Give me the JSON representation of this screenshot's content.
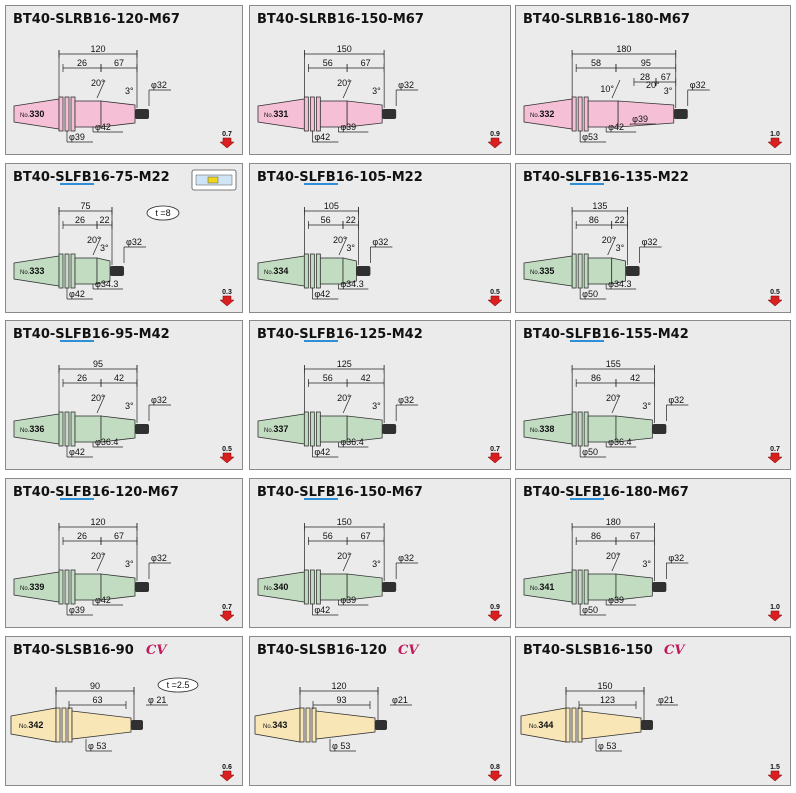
{
  "colors": {
    "pink": "#f5c0d6",
    "green": "#c2dcc2",
    "yellow": "#f8e6b6",
    "shank": "#303030",
    "arrow": "#d92020",
    "highlight": "#2d8fd6",
    "cv": "#c2185b"
  },
  "cells": [
    {
      "title": "BT40-SLRB16-120-M67",
      "hl": "",
      "t1": "",
      "t2": "",
      "model": "Slim",
      "color": "pink",
      "no": "330",
      "L": "120",
      "A": "26",
      "B": "67",
      "C": "",
      "ang": "20°",
      "taper": "3°",
      "d_out": "φ32",
      "d1": "φ39",
      "d2": "φ42",
      "scale": "0.7",
      "t": "",
      "cv": "",
      "icon": false
    },
    {
      "title": "BT40-SLRB16-150-M67",
      "hl": "",
      "t1": "",
      "t2": "",
      "model": "Slim",
      "color": "pink",
      "no": "331",
      "L": "150",
      "A": "56",
      "B": "67",
      "C": "",
      "ang": "20°",
      "taper": "3°",
      "d_out": "φ32",
      "d1": "φ42",
      "d2": "φ39",
      "scale": "0.9",
      "t": "",
      "cv": "",
      "icon": false
    },
    {
      "title": "BT40-SLRB16-180-M67",
      "hl": "",
      "t1": "",
      "t2": "",
      "model": "Long",
      "color": "pink",
      "no": "332",
      "L": "180",
      "A": "58",
      "B": "95",
      "C": "28",
      "D": "67",
      "ang": "10°",
      "ang2": "20°",
      "taper": "3°",
      "d_out": "φ32",
      "d1": "φ53",
      "d2": "φ42",
      "d3": "φ39",
      "scale": "1.0",
      "t": "",
      "cv": "",
      "icon": false
    },
    {
      "title": "BT40-SLFB16-75-M22",
      "hl": "SLFB",
      "t1": "BT40-",
      "t2": "16-75-M22",
      "model": "Short",
      "color": "green",
      "no": "333",
      "L": "75",
      "A": "26",
      "B": "22",
      "ang": "20°",
      "taper": "3°",
      "d_out": "φ32",
      "d1": "φ42",
      "d2": "φ34.3",
      "scale": "0.3",
      "t": "t =8",
      "cv": "",
      "icon": true
    },
    {
      "title": "BT40-SLFB16-105-M22",
      "hl": "SLFB",
      "t1": "BT40-",
      "t2": "16-105-M22",
      "model": "Short",
      "color": "green",
      "no": "334",
      "L": "105",
      "A": "56",
      "B": "22",
      "ang": "20°",
      "taper": "3°",
      "d_out": "φ32",
      "d1": "φ42",
      "d2": "φ34.3",
      "scale": "0.5",
      "t": "",
      "cv": "",
      "icon": false
    },
    {
      "title": "BT40-SLFB16-135-M22",
      "hl": "SLFB",
      "t1": "BT40-",
      "t2": "16-135-M22",
      "model": "Short",
      "color": "green",
      "no": "335",
      "L": "135",
      "A": "86",
      "B": "22",
      "ang": "20°",
      "taper": "3°",
      "d_out": "φ32",
      "d1": "φ50",
      "d2": "φ34.3",
      "scale": "0.5",
      "t": "",
      "cv": "",
      "icon": false
    },
    {
      "title": "BT40-SLFB16-95-M42",
      "hl": "SLFB",
      "t1": "BT40-",
      "t2": "16-95-M42",
      "model": "Slim",
      "color": "green",
      "no": "336",
      "L": "95",
      "A": "26",
      "B": "42",
      "ang": "20°",
      "taper": "3°",
      "d_out": "φ32",
      "d1": "φ42",
      "d2": "φ36.4",
      "scale": "0.5",
      "t": "",
      "cv": "",
      "icon": false
    },
    {
      "title": "BT40-SLFB16-125-M42",
      "hl": "SLFB",
      "t1": "BT40-",
      "t2": "16-125-M42",
      "model": "Slim",
      "color": "green",
      "no": "337",
      "L": "125",
      "A": "56",
      "B": "42",
      "ang": "20°",
      "taper": "3°",
      "d_out": "φ32",
      "d1": "φ42",
      "d2": "φ36.4",
      "scale": "0.7",
      "t": "",
      "cv": "",
      "icon": false
    },
    {
      "title": "BT40-SLFB16-155-M42",
      "hl": "SLFB",
      "t1": "BT40-",
      "t2": "16-155-M42",
      "model": "Slim",
      "color": "green",
      "no": "338",
      "L": "155",
      "A": "86",
      "B": "42",
      "ang": "20°",
      "taper": "3°",
      "d_out": "φ32",
      "d1": "φ50",
      "d2": "φ36.4",
      "scale": "0.7",
      "t": "",
      "cv": "",
      "icon": false
    },
    {
      "title": "BT40-SLFB16-120-M67",
      "hl": "SLFB",
      "t1": "BT40-",
      "t2": "16-120-M67",
      "model": "Slim",
      "color": "green",
      "no": "339",
      "L": "120",
      "A": "26",
      "B": "67",
      "ang": "20°",
      "taper": "3°",
      "d_out": "φ32",
      "d1": "φ39",
      "d2": "φ42",
      "scale": "0.7",
      "t": "",
      "cv": "",
      "icon": false
    },
    {
      "title": "BT40-SLFB16-150-M67",
      "hl": "SLFB",
      "t1": "BT40-",
      "t2": "16-150-M67",
      "model": "Slim",
      "color": "green",
      "no": "340",
      "L": "150",
      "A": "56",
      "B": "67",
      "ang": "20°",
      "taper": "3°",
      "d_out": "φ32",
      "d1": "φ42",
      "d2": "φ39",
      "scale": "0.9",
      "t": "",
      "cv": "",
      "icon": false
    },
    {
      "title": "BT40-SLFB16-180-M67",
      "hl": "SLFB",
      "t1": "BT40-",
      "t2": "16-180-M67",
      "model": "Slim",
      "color": "green",
      "no": "341",
      "L": "180",
      "A": "86",
      "B": "67",
      "ang": "20°",
      "taper": "3°",
      "d_out": "φ32",
      "d1": "φ50",
      "d2": "φ39",
      "scale": "1.0",
      "t": "",
      "cv": "",
      "icon": false
    },
    {
      "title": "BT40-SLSB16-90",
      "hl": "",
      "t1": "",
      "t2": "",
      "model": "Cone",
      "color": "yellow",
      "no": "342",
      "L": "90",
      "A": "63",
      "d_out": "φ 21",
      "d1": "φ 53",
      "scale": "0.6",
      "t": "t =2.5",
      "cv": "CV",
      "icon": false
    },
    {
      "title": "BT40-SLSB16-120",
      "hl": "",
      "t1": "",
      "t2": "",
      "model": "Cone",
      "color": "yellow",
      "no": "343",
      "L": "120",
      "A": "93",
      "d_out": "φ21",
      "d1": "φ 53",
      "scale": "0.8",
      "t": "",
      "cv": "CV",
      "icon": false
    },
    {
      "title": "BT40-SLSB16-150",
      "hl": "",
      "t1": "",
      "t2": "",
      "model": "Cone",
      "color": "yellow",
      "no": "344",
      "L": "150",
      "A": "123",
      "d_out": "φ21",
      "d1": "φ 53",
      "scale": "1.5",
      "t": "",
      "cv": "CV",
      "icon": false
    }
  ]
}
